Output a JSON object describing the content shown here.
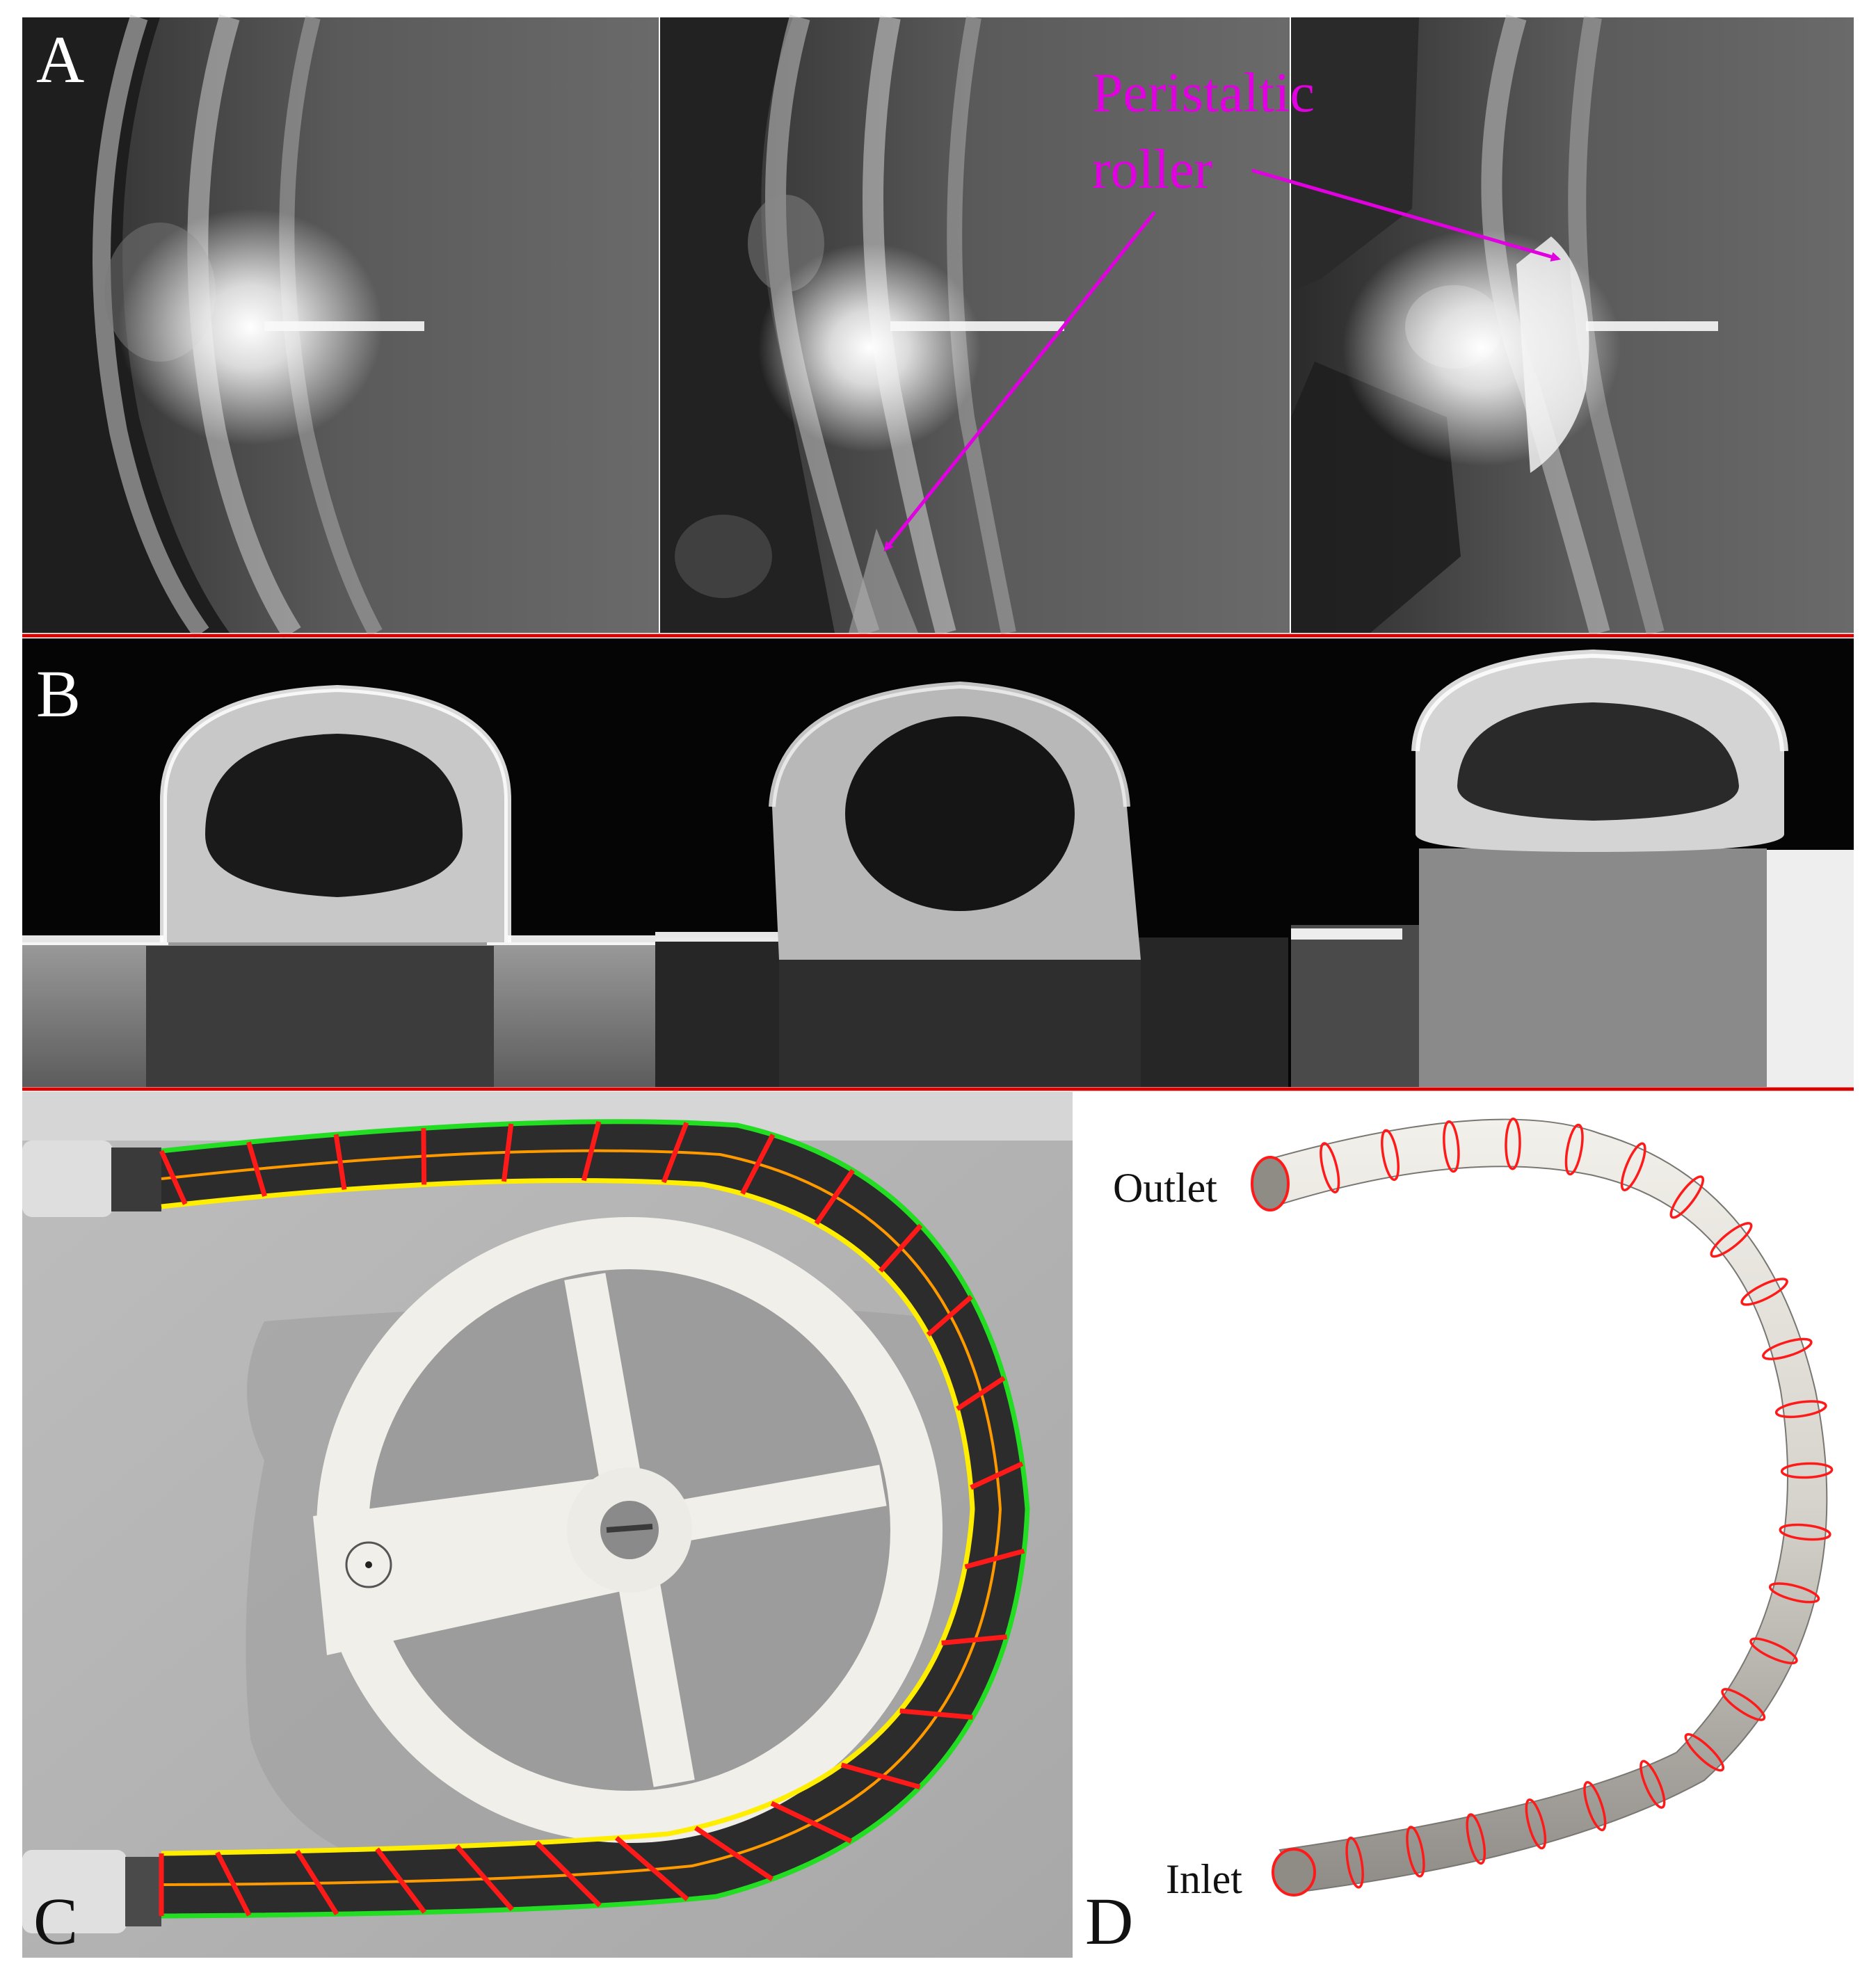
{
  "panels": {
    "a": {
      "letter": "A",
      "annotation_line1": "Peristaltic",
      "annotation_line2": "roller"
    },
    "b": {
      "letter": "B"
    },
    "c": {
      "letter": "C"
    },
    "d": {
      "letter": "D",
      "outlet_label": "Outlet",
      "inlet_label": "Inlet"
    }
  },
  "colors": {
    "separator": "#d40000",
    "annotation": "#e000e0",
    "outer_wall_line": "#22dd22",
    "inner_wall_line": "#ffee00",
    "centerline": "#ff9900",
    "section_marks": "#ff1a1a",
    "tube_render": "#d9d6cf"
  },
  "icons": [
    "arrow-icon"
  ]
}
